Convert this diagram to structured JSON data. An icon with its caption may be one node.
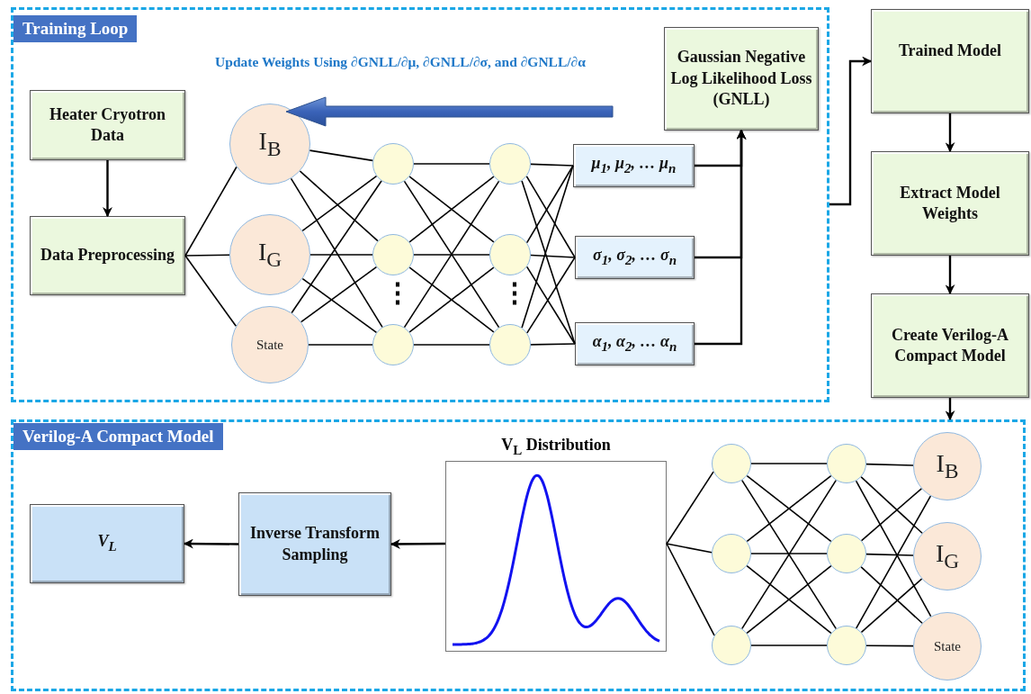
{
  "diagram": {
    "nodes": [
      {
        "text": [
          "Training Loop"
        ]
      },
      {
        "text": [
          "Heater Cryotron Data"
        ],
        "in": 0
      },
      {
        "text": [
          "Data Preprocessing"
        ],
        "in": 0
      },
      {
        "text": [
          "I$_{B}$"
        ],
        "in": 0
      },
      {
        "text": [
          "I$_{G}$"
        ],
        "in": 0
      },
      {
        "text": [
          "State"
        ],
        "in": 0
      },
      {
        "text": [],
        "shape": "circle",
        "in": 0
      },
      {
        "text": [],
        "shape": "circle",
        "in": 0
      },
      {
        "text": [],
        "shape": "circle",
        "in": 0
      },
      {
        "text": [],
        "shape": "circle",
        "in": 0
      },
      {
        "text": [],
        "shape": "circle",
        "in": 0
      },
      {
        "text": [],
        "shape": "circle",
        "in": 0
      },
      {
        "text": [
          "μ$_{1}$, μ$_{2}$, … μ$_{n}$"
        ],
        "in": 0
      },
      {
        "text": [
          "σ$_{1}$, σ$_{2}$, … σ$_{n}$"
        ],
        "in": 0
      },
      {
        "text": [
          "α$_{1}$, α$_{2}$, … α$_{n}$"
        ],
        "in": 0
      },
      {
        "text": [
          "Gaussian Negative Log Likelihood Loss (GNLL)"
        ],
        "in": 0
      },
      {
        "text": [
          "Trained Model"
        ]
      },
      {
        "text": [
          "Extract Model Weights"
        ]
      },
      {
        "text": [
          "Create Verilog-A Compact Model"
        ]
      },
      {
        "text": [
          "Verilog-A Compact Model"
        ]
      },
      {
        "text": [
          "V$_{L}$"
        ],
        "in": 19
      },
      {
        "text": [
          "Inverse Transform Sampling"
        ],
        "in": 19
      },
      {
        "text": [
          "V$_{L}$ Distribution"
        ],
        "in": 19
      },
      {
        "text": [],
        "shape": "circle",
        "in": 19
      },
      {
        "text": [],
        "shape": "circle",
        "in": 19
      },
      {
        "text": [],
        "shape": "circle",
        "in": 19
      },
      {
        "text": [],
        "shape": "circle",
        "in": 19
      },
      {
        "text": [],
        "shape": "circle",
        "in": 19
      },
      {
        "text": [],
        "shape": "circle",
        "in": 19
      },
      {
        "text": [
          "I$_{B}$"
        ],
        "in": 19
      },
      {
        "text": [
          "I$_{G}$"
        ],
        "in": 19
      },
      {
        "text": [
          "State"
        ],
        "in": 19
      }
    ],
    "edges": [
      {
        "from": 1,
        "to": 2,
        "arrow": "to"
      },
      {
        "from": 2,
        "to": 3,
        "arrow": "none"
      },
      {
        "from": 2,
        "to": 4,
        "arrow": "none"
      },
      {
        "from": 2,
        "to": 5,
        "arrow": "none"
      },
      {
        "from": 3,
        "to": 6,
        "arrow": "none"
      },
      {
        "from": 3,
        "to": 7,
        "arrow": "none"
      },
      {
        "from": 3,
        "to": 8,
        "arrow": "none"
      },
      {
        "from": 4,
        "to": 6,
        "arrow": "none"
      },
      {
        "from": 4,
        "to": 7,
        "arrow": "none"
      },
      {
        "from": 4,
        "to": 8,
        "arrow": "none"
      },
      {
        "from": 5,
        "to": 6,
        "arrow": "none"
      },
      {
        "from": 5,
        "to": 7,
        "arrow": "none"
      },
      {
        "from": 5,
        "to": 8,
        "arrow": "none"
      },
      {
        "from": 6,
        "to": 9,
        "arrow": "none"
      },
      {
        "from": 6,
        "to": 10,
        "arrow": "none"
      },
      {
        "from": 6,
        "to": 11,
        "arrow": "none"
      },
      {
        "from": 7,
        "to": 9,
        "arrow": "none"
      },
      {
        "from": 7,
        "to": 10,
        "arrow": "none"
      },
      {
        "from": 7,
        "to": 11,
        "arrow": "none"
      },
      {
        "from": 8,
        "to": 9,
        "arrow": "none"
      },
      {
        "from": 8,
        "to": 10,
        "arrow": "none"
      },
      {
        "from": 8,
        "to": 11,
        "arrow": "none"
      },
      {
        "from": 9,
        "to": 12,
        "arrow": "none"
      },
      {
        "from": 9,
        "to": 13,
        "arrow": "none"
      },
      {
        "from": 9,
        "to": 14,
        "arrow": "none"
      },
      {
        "from": 10,
        "to": 12,
        "arrow": "none"
      },
      {
        "from": 10,
        "to": 13,
        "arrow": "none"
      },
      {
        "from": 10,
        "to": 14,
        "arrow": "none"
      },
      {
        "from": 11,
        "to": 12,
        "arrow": "none"
      },
      {
        "from": 11,
        "to": 13,
        "arrow": "none"
      },
      {
        "from": 11,
        "to": 14,
        "arrow": "none"
      },
      {
        "from": 12,
        "to": 15,
        "arrow": "to"
      },
      {
        "from": 13,
        "to": 15,
        "arrow": "to"
      },
      {
        "from": 14,
        "to": 15,
        "arrow": "to"
      },
      {
        "from": 0,
        "to": 16,
        "arrow": "to"
      },
      {
        "from": 16,
        "to": 17,
        "arrow": "to"
      },
      {
        "from": 17,
        "to": 18,
        "arrow": "to"
      },
      {
        "from": 18,
        "to": 19,
        "arrow": "to"
      },
      {
        "from": 22,
        "to": 21,
        "arrow": "to"
      },
      {
        "from": 21,
        "to": 20,
        "arrow": "to"
      },
      {
        "from": 22,
        "to": 23,
        "arrow": "none"
      },
      {
        "from": 22,
        "to": 24,
        "arrow": "none"
      },
      {
        "from": 22,
        "to": 25,
        "arrow": "none"
      },
      {
        "from": 23,
        "to": 26,
        "arrow": "none"
      },
      {
        "from": 23,
        "to": 27,
        "arrow": "none"
      },
      {
        "from": 23,
        "to": 28,
        "arrow": "none"
      },
      {
        "from": 24,
        "to": 26,
        "arrow": "none"
      },
      {
        "from": 24,
        "to": 27,
        "arrow": "none"
      },
      {
        "from": 24,
        "to": 28,
        "arrow": "none"
      },
      {
        "from": 25,
        "to": 26,
        "arrow": "none"
      },
      {
        "from": 25,
        "to": 27,
        "arrow": "none"
      },
      {
        "from": 25,
        "to": 28,
        "arrow": "none"
      },
      {
        "from": 26,
        "to": 29,
        "arrow": "none"
      },
      {
        "from": 26,
        "to": 30,
        "arrow": "none"
      },
      {
        "from": 26,
        "to": 31,
        "arrow": "none"
      },
      {
        "from": 27,
        "to": 29,
        "arrow": "none"
      },
      {
        "from": 27,
        "to": 30,
        "arrow": "none"
      },
      {
        "from": 27,
        "to": 31,
        "arrow": "none"
      },
      {
        "from": 28,
        "to": 29,
        "arrow": "none"
      },
      {
        "from": 28,
        "to": 30,
        "arrow": "none"
      },
      {
        "from": 28,
        "to": 31,
        "arrow": "none"
      }
    ],
    "labels": [
      "Update Weights Using ∂GNLL/∂μ, ∂GNLL/∂σ, and ∂GNLL/∂α",
      "⋮",
      "⋮"
    ]
  }
}
